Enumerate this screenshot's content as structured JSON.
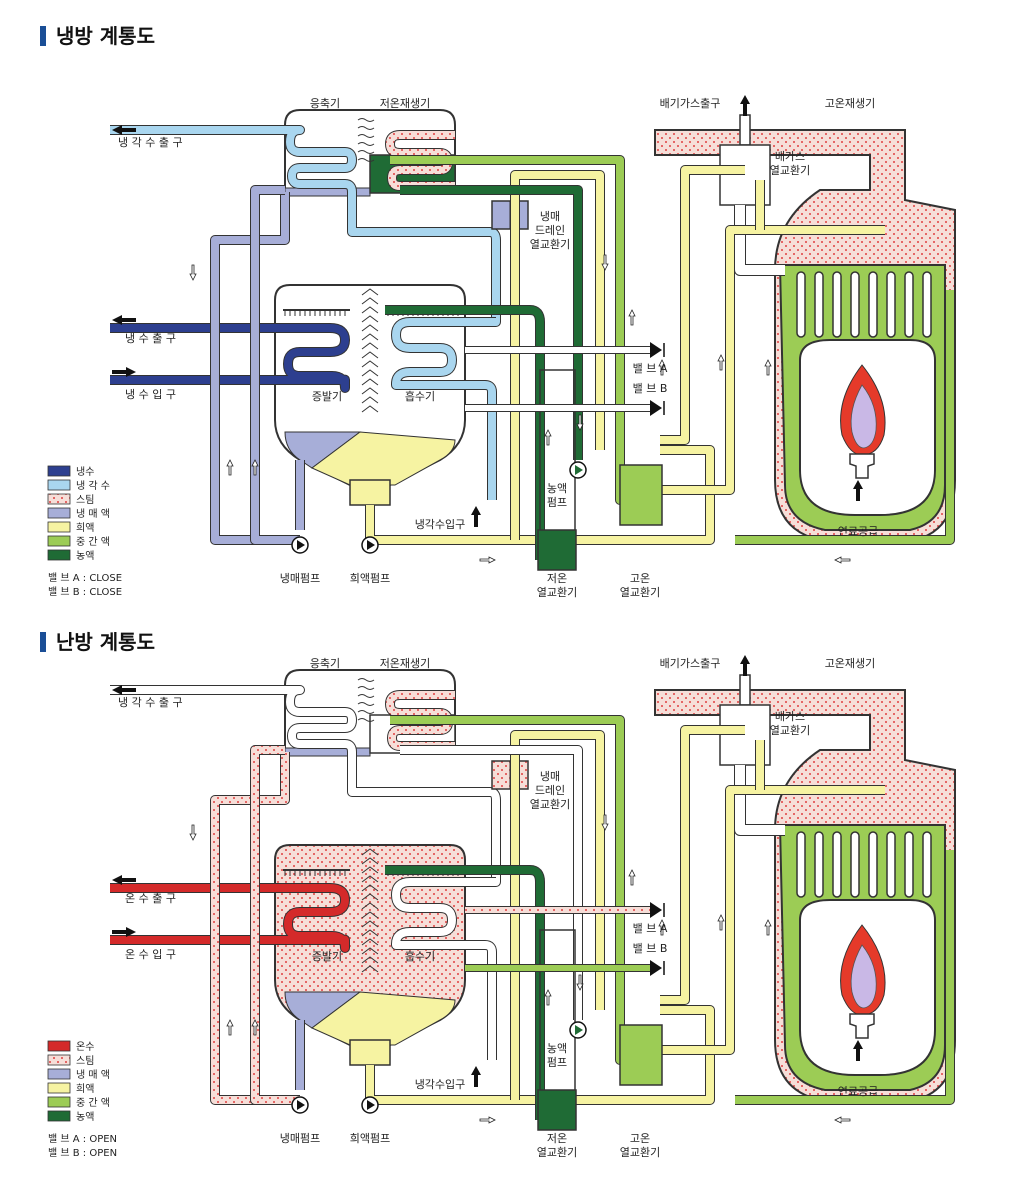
{
  "cooling": {
    "title": "냉방 계통도",
    "labels": {
      "condenser": "응축기",
      "low_regen": "저온재생기",
      "exhaust_outlet": "배기가스출구",
      "high_regen": "고온재생기",
      "exhaust_hx": "배가스\n열교환기",
      "drain_hx": "냉매\n드레인\n열교환기",
      "water_out": "냉 각 수 출 구",
      "chilled_out": "냉 수 출 구",
      "chilled_in": "냉 수 입 구",
      "evaporator": "증발기",
      "absorber": "흡수기",
      "valve_a": "밸 브 A",
      "valve_b": "밸 브 B",
      "conc_pump": "농액\n펌프",
      "cooling_in": "냉각수입구",
      "ref_pump": "냉매펌프",
      "dilute_pump": "희액펌프",
      "low_hx": "저온\n열교환기",
      "high_hx": "고온\n열교환기",
      "fuel": "연료공급"
    },
    "legend": [
      {
        "label": "냉수",
        "color": "#2d3f8f",
        "pattern": "solid"
      },
      {
        "label": "냉 각 수",
        "color": "#a9d6ef",
        "pattern": "solid"
      },
      {
        "label": "스팀",
        "color": "#f6ded8",
        "pattern": "dots"
      },
      {
        "label": "냉 매 액",
        "color": "#a7aed8",
        "pattern": "solid"
      },
      {
        "label": "희액",
        "color": "#f6f3a2",
        "pattern": "solid"
      },
      {
        "label": "중 간 액",
        "color": "#9ccc55",
        "pattern": "solid"
      },
      {
        "label": "농액",
        "color": "#1f6b35",
        "pattern": "solid"
      }
    ],
    "valve_state_a": "밸 브 A : CLOSE",
    "valve_state_b": "밸 브 B : CLOSE"
  },
  "heating": {
    "title": "난방 계통도",
    "labels": {
      "condenser": "응축기",
      "low_regen": "저온재생기",
      "exhaust_outlet": "배기가스출구",
      "high_regen": "고온재생기",
      "exhaust_hx": "배가스\n열교환기",
      "drain_hx": "냉매\n드레인\n열교환기",
      "water_out": "냉 각 수 출 구",
      "chilled_out": "온 수 출 구",
      "chilled_in": "온 수 입 구",
      "evaporator": "증발기",
      "absorber": "흡수기",
      "valve_a": "밸 브 A",
      "valve_b": "밸 브 B",
      "conc_pump": "농액\n펌프",
      "cooling_in": "냉각수입구",
      "ref_pump": "냉매펌프",
      "dilute_pump": "희액펌프",
      "low_hx": "저온\n열교환기",
      "high_hx": "고온\n열교환기",
      "fuel": "연료공급"
    },
    "legend": [
      {
        "label": "온수",
        "color": "#d42a2a",
        "pattern": "solid"
      },
      {
        "label": "스팀",
        "color": "#f6ded8",
        "pattern": "dots"
      },
      {
        "label": "냉 매 액",
        "color": "#a7aed8",
        "pattern": "solid"
      },
      {
        "label": "희액",
        "color": "#f6f3a2",
        "pattern": "solid"
      },
      {
        "label": "중 간 액",
        "color": "#9ccc55",
        "pattern": "solid"
      },
      {
        "label": "농액",
        "color": "#1f6b35",
        "pattern": "solid"
      }
    ],
    "valve_state_a": "밸 브 A : OPEN",
    "valve_state_b": "밸 브 B : OPEN"
  },
  "colors": {
    "outline": "#333333",
    "chilled": "#2d3f8f",
    "hot": "#d42a2a",
    "cooling_water": "#a9d6ef",
    "refrigerant": "#a7aed8",
    "dilute": "#f6f3a2",
    "medium": "#9ccc55",
    "concentrated": "#1f6b35",
    "steam_bg": "#f6ded8",
    "steam_dot": "#e04040",
    "title_bar": "#1a4e96"
  }
}
